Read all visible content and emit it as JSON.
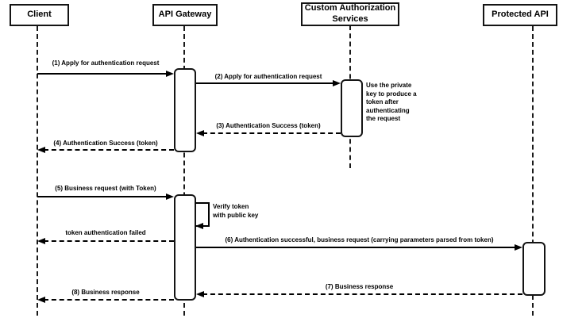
{
  "diagram_type": "uml-sequence",
  "colors": {
    "line": "#000000",
    "text": "#000000",
    "background": "#ffffff",
    "shape_fill": "#ffffff"
  },
  "actors": [
    {
      "label": "Client"
    },
    {
      "label": "API Gateway"
    },
    {
      "label": "Custom Authorization Services"
    },
    {
      "label": "Protected API"
    }
  ],
  "messages": [
    {
      "label": "(1) Apply for authentication request",
      "from": "Client",
      "to": "API Gateway",
      "line": "solid",
      "direction": "right"
    },
    {
      "label": "(2) Apply for authentication request",
      "from": "API Gateway",
      "to": "Custom Authorization Services",
      "line": "solid",
      "direction": "right"
    },
    {
      "label": "(3) Authentication Success (token)",
      "from": "Custom Authorization Services",
      "to": "API Gateway",
      "line": "dashed",
      "direction": "left"
    },
    {
      "label": "(4) Authentication Success (token)",
      "from": "API Gateway",
      "to": "Client",
      "line": "dashed",
      "direction": "left"
    },
    {
      "label": "(5) Business request (with Token)",
      "from": "Client",
      "to": "API Gateway",
      "line": "solid",
      "direction": "right"
    },
    {
      "label": "token authentication failed",
      "from": "API Gateway",
      "to": "Client",
      "line": "dashed",
      "direction": "left"
    },
    {
      "label": "(6) Authentication successful, business request (carrying parameters parsed from token)",
      "from": "API Gateway",
      "to": "Protected API",
      "line": "solid",
      "direction": "right"
    },
    {
      "label": "(7) Business response",
      "from": "Protected API",
      "to": "API Gateway",
      "line": "dashed",
      "direction": "left"
    },
    {
      "label": "(8) Business response",
      "from": "API Gateway",
      "to": "Client",
      "line": "dashed",
      "direction": "left"
    }
  ],
  "self_message": {
    "label": "Verify token\nwith public key",
    "actor": "API Gateway"
  },
  "note": {
    "label": "Use the private\nkey to produce a\ntoken after\nauthenticating\nthe request",
    "actor": "Custom Authorization Services"
  }
}
